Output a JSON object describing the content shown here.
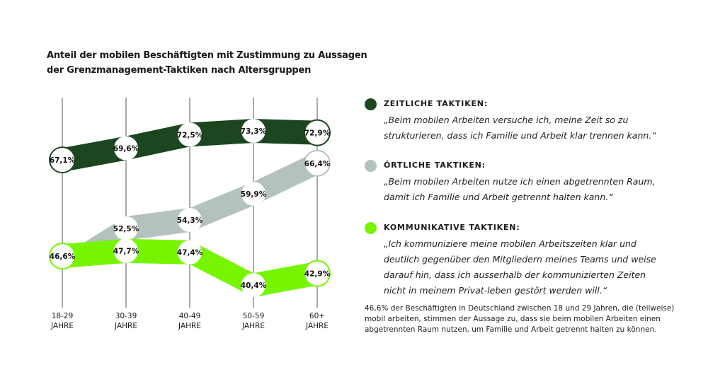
{
  "chart_data": {
    "type": "line",
    "title": "Anteil der mobilen Beschäftigten mit Zustimmung zu Aussagen der Grenzmanagement-Taktiken nach Altersgruppen",
    "title_lines": [
      "Anteil der mobilen Beschäftigten mit Zustimmung zu Aussagen",
      "der Grenzmanagement-Taktiken nach Altersgruppen"
    ],
    "categories": [
      [
        "18-29",
        "JAHRE"
      ],
      [
        "30-39",
        "JAHRE"
      ],
      [
        "40-49",
        "JAHRE"
      ],
      [
        "50-59",
        "JAHRE"
      ],
      [
        "60+",
        "JAHRE"
      ]
    ],
    "series": [
      {
        "name": "ZEITLICHE TAKTIKEN:",
        "color": "#1b4620",
        "values": [
          67.1,
          69.6,
          72.5,
          73.3,
          72.9
        ],
        "labels": [
          "67,1%",
          "69,6%",
          "72,5%",
          "73,3%",
          "72,9%"
        ],
        "quote": "„Beim mobilen Arbeiten versuche ich, meine Zeit so zu strukturieren, dass ich Familie und Arbeit klar trennen kann.“"
      },
      {
        "name": "ÖRTLICHE TAKTIKEN:",
        "color": "#b3c2bf",
        "values": [
          46.6,
          52.5,
          54.3,
          59.9,
          66.4
        ],
        "labels": [
          null,
          "52,5%",
          "54,3%",
          "59,9%",
          "66,4%"
        ],
        "quote": "„Beim mobilen Arbeiten nutze ich einen abgetrennten Raum, damit ich Familie und Arbeit getrennt halten kann.“"
      },
      {
        "name": "KOMMUNIKATIVE TAKTIKEN:",
        "color": "#77f500",
        "values": [
          46.6,
          47.7,
          47.4,
          40.4,
          42.9
        ],
        "labels": [
          "46,6%",
          "47,7%",
          "47,4%",
          "40,4%",
          "42,9%"
        ],
        "quote": "„Ich kommuniziere meine mobilen Arbeitszeiten klar und deutlich gegenüber den Mitgliedern meines Teams und weise darauf hin, dass ich ausserhalb der kommunizierten Zeiten nicht in meinem Privat-leben gestört werden will.“"
      }
    ],
    "note": "46,6% der Beschäftigten in Deutschland zwischen 18 und 29 Jahren, die (teilweise) mobil arbeiten, stimmen der Aussage zu, dass sie beim mobilen Arbeiten einen abgetrennten Raum nutzen, um Familie und Arbeit getrennt halten zu können.",
    "xlabel": "",
    "ylabel": "",
    "grid": false,
    "legend": "right"
  }
}
